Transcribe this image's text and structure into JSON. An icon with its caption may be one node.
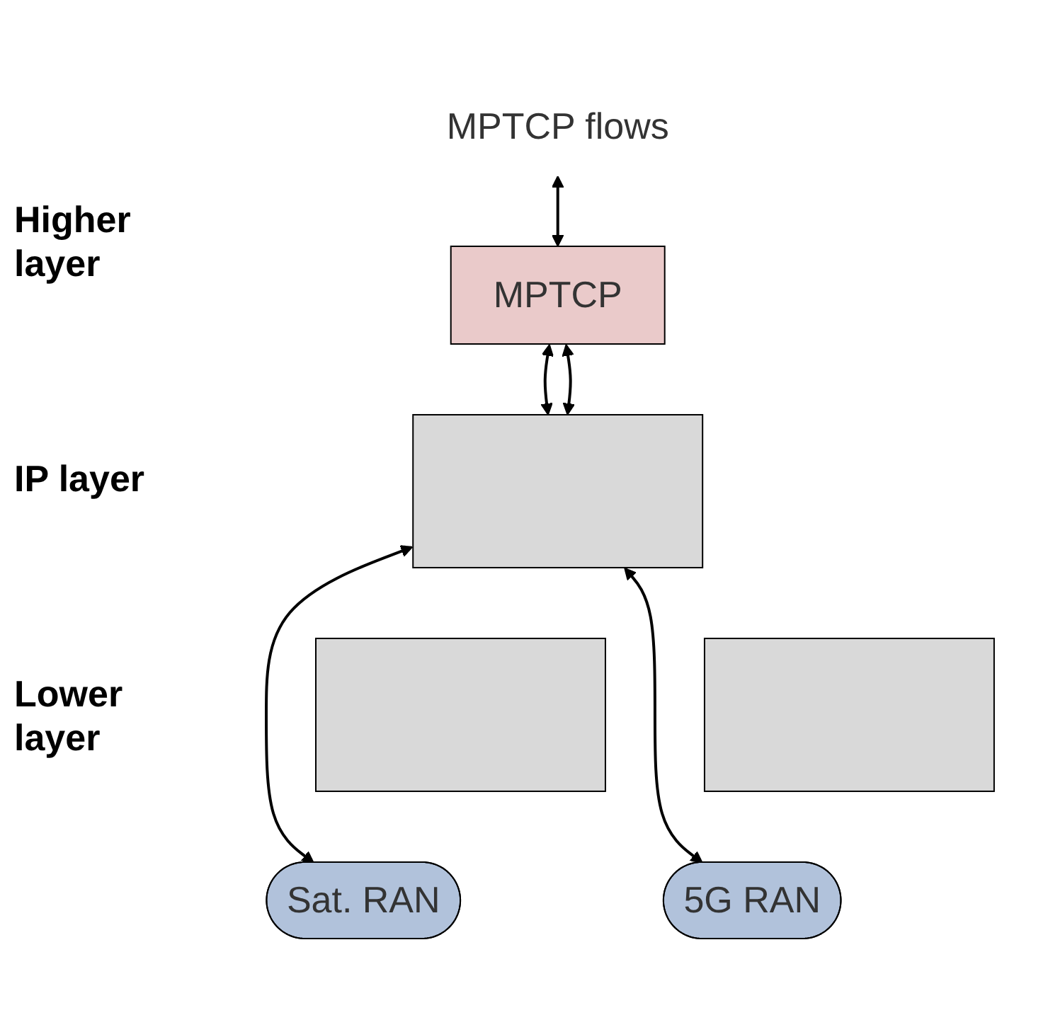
{
  "diagram": {
    "nodes": [
      {
        "text": [
          "MPTCP flows"
        ]
      },
      {
        "text": [
          "MPTCP"
        ]
      },
      {
        "text": [],
        "shape": "box"
      },
      {
        "text": [],
        "shape": "box"
      },
      {
        "text": [],
        "shape": "box"
      },
      {
        "text": [
          "Sat. RAN"
        ]
      },
      {
        "text": [
          "5G RAN"
        ]
      }
    ],
    "edges": [
      {
        "from": 0,
        "to": 1,
        "arrow": "both"
      },
      {
        "from": 1,
        "to": 2,
        "arrow": "both"
      },
      {
        "from": 1,
        "to": 2,
        "arrow": "both"
      },
      {
        "from": 2,
        "to": 5,
        "arrow": "both"
      },
      {
        "from": 2,
        "to": 6,
        "arrow": "both"
      }
    ],
    "labels": [
      "Higher layer",
      "IP layer",
      "Lower layer"
    ]
  }
}
